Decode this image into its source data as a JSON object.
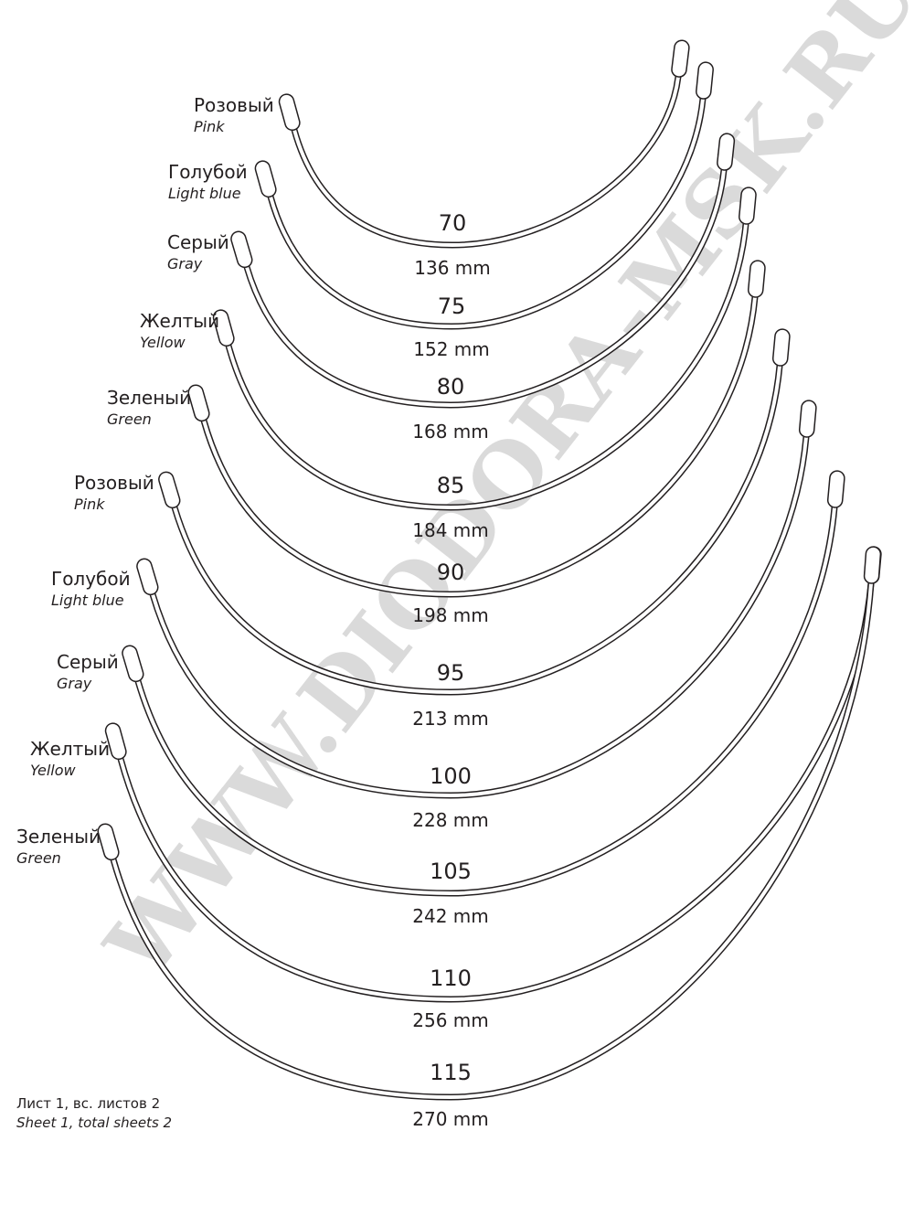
{
  "watermark": "WWW.DIODORA-MSK.RU",
  "wires": [
    {
      "ru": "Розовый",
      "en": "Pink",
      "size": "70",
      "length": "136 mm"
    },
    {
      "ru": "Голубой",
      "en": "Light blue",
      "size": "75",
      "length": "152 mm"
    },
    {
      "ru": "Серый",
      "en": "Gray",
      "size": "80",
      "length": "168 mm"
    },
    {
      "ru": "Желтый",
      "en": "Yellow",
      "size": "85",
      "length": "184 mm"
    },
    {
      "ru": "Зеленый",
      "en": "Green",
      "size": "90",
      "length": "198 mm"
    },
    {
      "ru": "Розовый",
      "en": "Pink",
      "size": "95",
      "length": "213 mm"
    },
    {
      "ru": "Голубой",
      "en": "Light blue",
      "size": "100",
      "length": "228 mm"
    },
    {
      "ru": "Серый",
      "en": "Gray",
      "size": "105",
      "length": "242 mm"
    },
    {
      "ru": "Желтый",
      "en": "Yellow",
      "size": "110",
      "length": "256 mm"
    },
    {
      "ru": "Зеленый",
      "en": "Green",
      "size": "115",
      "length": "270 mm"
    }
  ],
  "footer": {
    "ru": "Лист 1, вс. листов 2",
    "en": "Sheet 1, total sheets 2"
  },
  "colors": {
    "line": "#231f20",
    "watermark": "#bdbdbd",
    "background": "#ffffff"
  }
}
